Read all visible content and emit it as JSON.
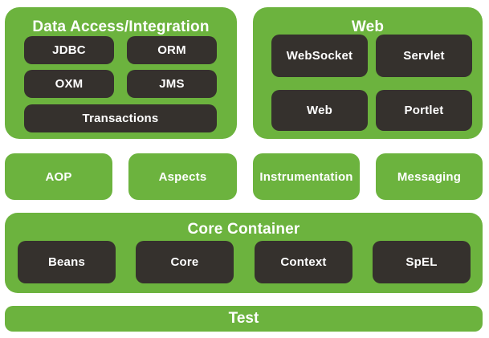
{
  "colors": {
    "green": "#6CB33E",
    "dark": "#35312D",
    "text": "#FFFFFF",
    "background": "#FFFFFF"
  },
  "groups": {
    "data_access": {
      "title": "Data Access/Integration",
      "items": [
        "JDBC",
        "ORM",
        "OXM",
        "JMS",
        "Transactions"
      ]
    },
    "web": {
      "title": "Web",
      "items": [
        "WebSocket",
        "Servlet",
        "Web",
        "Portlet"
      ]
    },
    "standalone": {
      "items": [
        "AOP",
        "Aspects",
        "Instrumentation",
        "Messaging"
      ]
    },
    "core_container": {
      "title": "Core Container",
      "items": [
        "Beans",
        "Core",
        "Context",
        "SpEL"
      ]
    },
    "test": {
      "title": "Test"
    }
  }
}
